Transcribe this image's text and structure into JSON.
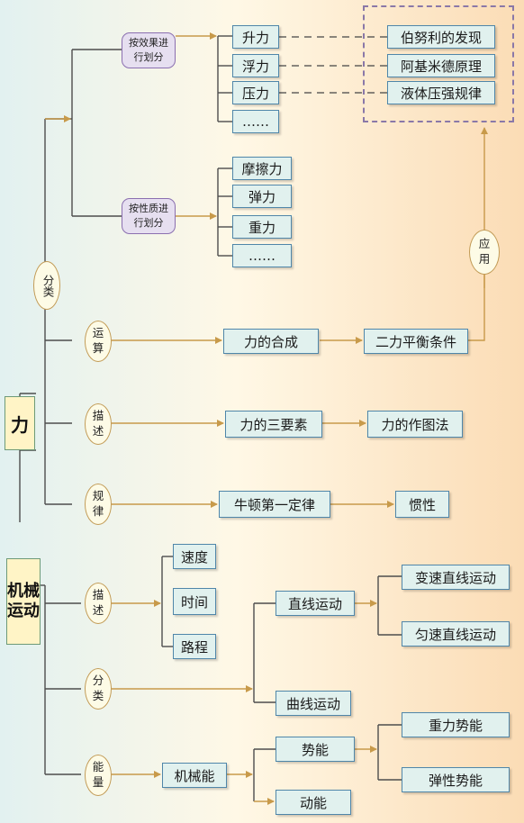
{
  "root_force": "力",
  "root_motion": "机械\n运动",
  "classify": "分类",
  "by_effect": "按效果进\n行划分",
  "by_nature": "按性质进\n行划分",
  "lift": "升力",
  "buoyancy": "浮力",
  "pressure": "压力",
  "effect_more": "……",
  "bernoulli": "伯努利的发现",
  "archimedes": "阿基米德原理",
  "liquid_pressure": "液体压强规律",
  "friction": "摩擦力",
  "elastic": "弹力",
  "gravity": "重力",
  "nature_more": "……",
  "application": "应\n用",
  "operation": "运\n算",
  "composition": "力的合成",
  "balance": "二力平衡条件",
  "describe": "描\n述",
  "three_elements": "力的三要素",
  "drawing": "力的作图法",
  "law": "规\n律",
  "newton": "牛顿第一定律",
  "inertia": "惯性",
  "m_describe": "描\n述",
  "speed": "速度",
  "time": "时间",
  "distance": "路程",
  "m_classify": "分\n类",
  "linear": "直线运动",
  "variable": "变速直线运动",
  "uniform": "匀速直线运动",
  "curve": "曲线运动",
  "energy": "能\n量",
  "mech_energy": "机械能",
  "potential": "势能",
  "grav_potential": "重力势能",
  "elastic_potential": "弹性势能",
  "kinetic": "动能",
  "colors": {
    "box_border": "#4f86a9",
    "box_fill": "#e1f1ee",
    "arrow": "#c89a4a",
    "pill_border": "#8b6fb0"
  }
}
